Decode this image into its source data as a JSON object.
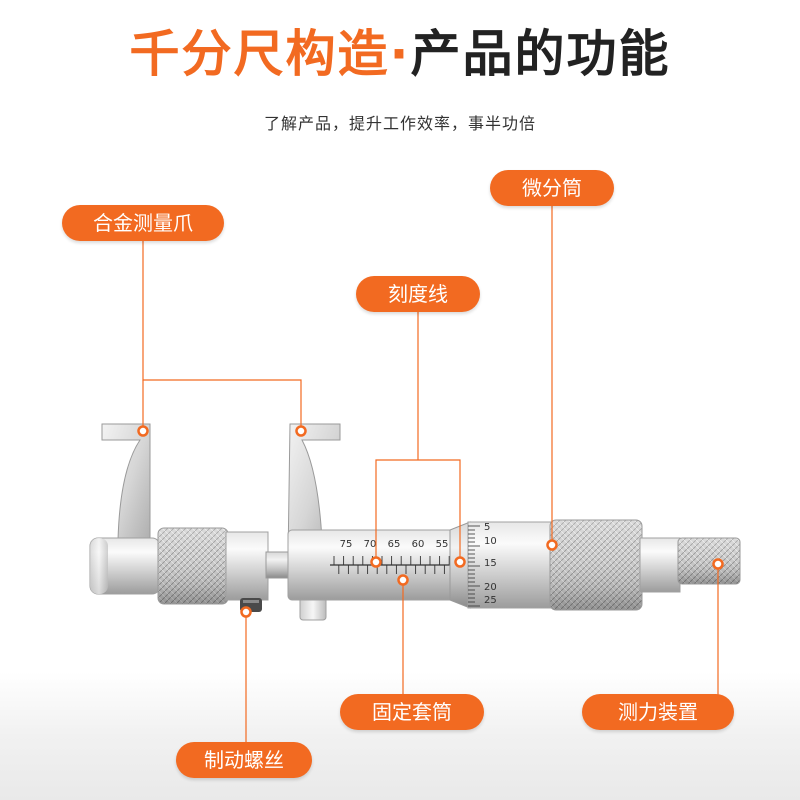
{
  "header": {
    "title_part1": "千分尺构造",
    "title_dot": "·",
    "title_part2": "产品的功能",
    "subtitle": "了解产品，提升工作效率，事半功倍"
  },
  "labels": {
    "jaws": "合金测量爪",
    "scale_lines": "刻度线",
    "thimble": "微分筒",
    "sleeve": "固定套筒",
    "ratchet": "测力装置",
    "lock_screw": "制动螺丝"
  },
  "scales": {
    "sleeve_numbers": [
      "75",
      "70",
      "65",
      "60",
      "55"
    ],
    "thimble_numbers": [
      "5",
      "10",
      "15",
      "20",
      "25"
    ]
  },
  "colors": {
    "accent": "#f26a21",
    "title_text": "#222222",
    "label_text": "#ffffff",
    "metal_light": "#f4f4f4",
    "metal_dark": "#9a9a9a"
  }
}
